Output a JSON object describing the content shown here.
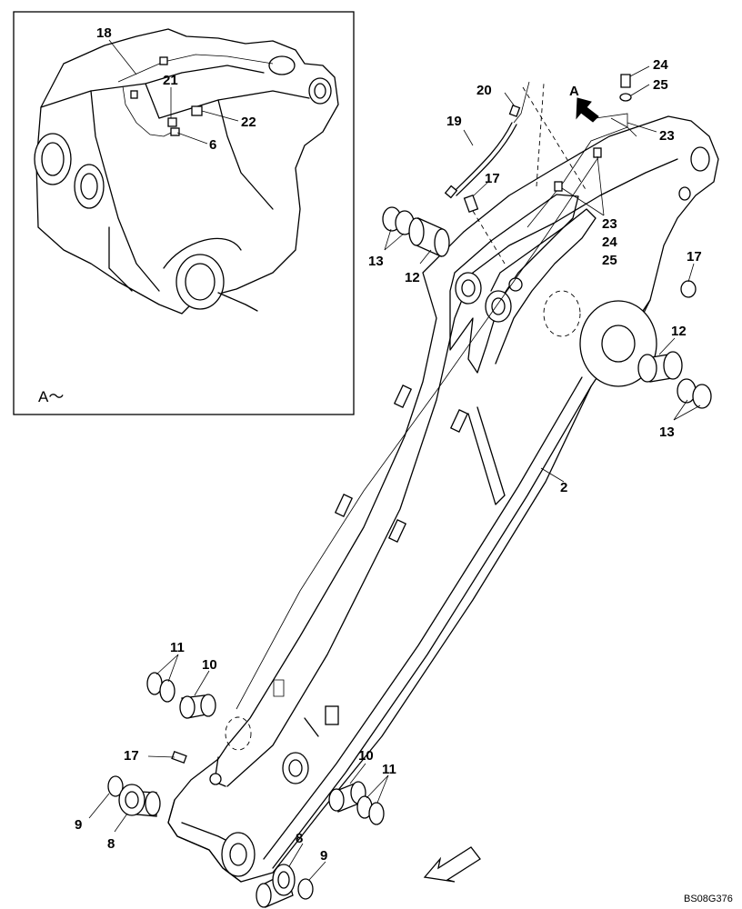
{
  "inset": {
    "view_label": "A～",
    "callouts": [
      "18",
      "21",
      "22",
      "6"
    ]
  },
  "view_marker": "A",
  "callouts": {
    "c24_top": "24",
    "c25_top": "25",
    "c23_top": "23",
    "c20": "20",
    "c19": "19",
    "c17_upper": "17",
    "c23_mid": "23",
    "c24_mid": "24",
    "c25_mid": "25",
    "c13_left": "13",
    "c12_left": "12",
    "c17_right": "17",
    "c12_right": "12",
    "c13_right": "13",
    "c2": "2",
    "c11_left": "11",
    "c10_left": "10",
    "c17_lower": "17",
    "c10_right": "10",
    "c11_right": "11",
    "c9_left": "9",
    "c8_left": "8",
    "c8_right": "8",
    "c9_right": "9"
  },
  "doc_id": "BS08G376"
}
